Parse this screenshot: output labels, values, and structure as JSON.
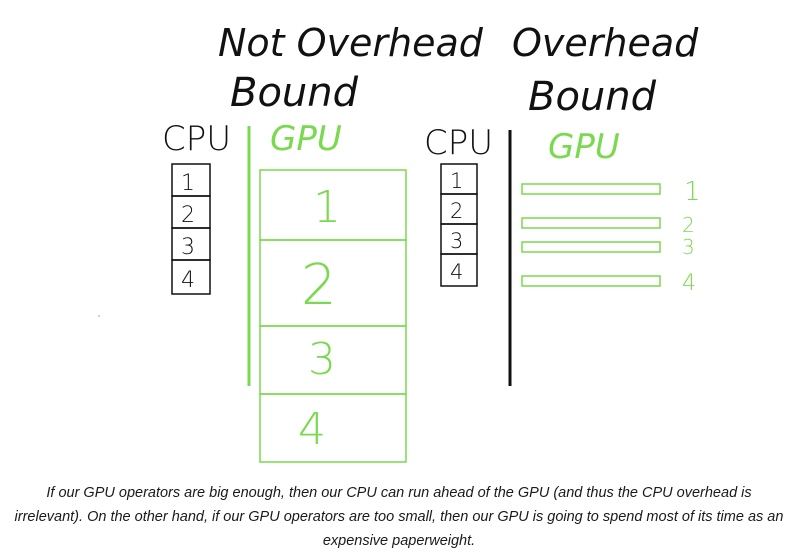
{
  "left_panel": {
    "title_line1": "Not Overhead",
    "title_line2": "Bound",
    "cpu_label": "CPU",
    "gpu_label": "GPU",
    "cpu_blocks": [
      "1",
      "2",
      "3",
      "4"
    ],
    "gpu_blocks": [
      "1",
      "2",
      "3",
      "4"
    ]
  },
  "right_panel": {
    "title_line1": "Overhead",
    "title_line2": "Bound",
    "cpu_label": "CPU",
    "gpu_label": "GPU",
    "cpu_blocks": [
      "1",
      "2",
      "3",
      "4"
    ],
    "gpu_blocks": [
      "1",
      "2",
      "3",
      "4"
    ]
  },
  "caption": "If our GPU operators are big enough, then our CPU can run ahead of the GPU (and thus the CPU overhead is irrelevant). On the other hand, if our GPU operators are too small, then our GPU is going to spend most of its time as an expensive paperweight.",
  "colors": {
    "ink": "#111111",
    "gpu_green": "#7ad94f"
  }
}
